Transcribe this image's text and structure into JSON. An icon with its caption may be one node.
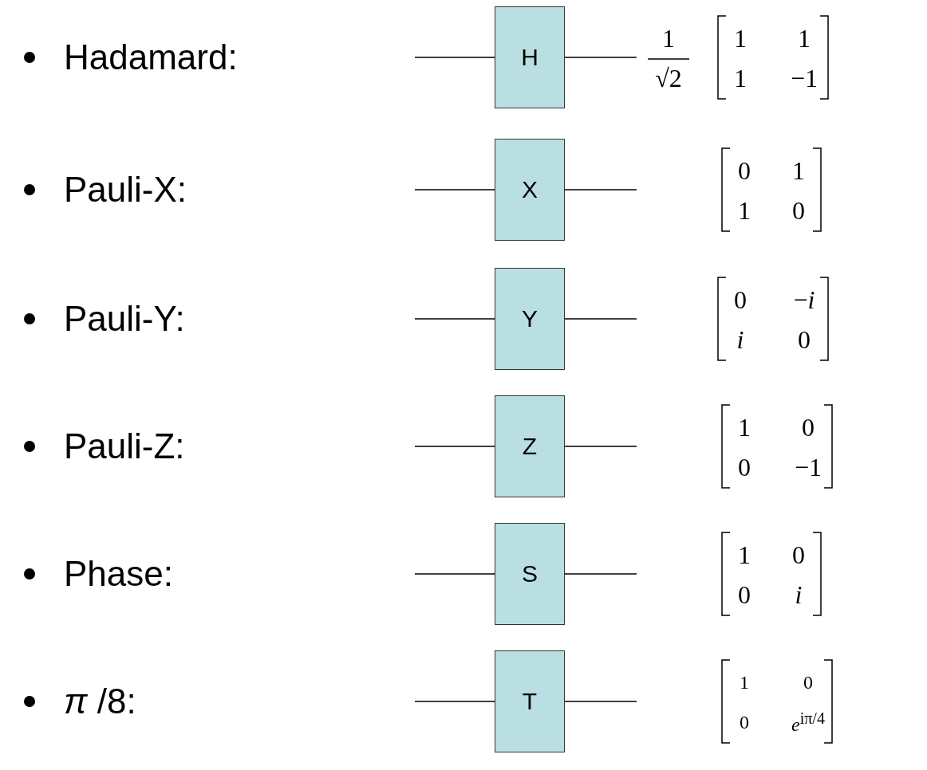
{
  "diagram": {
    "nodes": [
      {
        "text": [
          "H"
        ]
      },
      {
        "text": [
          "X"
        ]
      },
      {
        "text": [
          "Y"
        ]
      },
      {
        "text": [
          "Z"
        ]
      },
      {
        "text": [
          "S"
        ]
      },
      {
        "text": [
          "T"
        ]
      }
    ],
    "edges": [
      {
        "from": null,
        "to": 0,
        "arrow": "none"
      },
      {
        "from": 0,
        "to": null,
        "arrow": "none"
      },
      {
        "from": null,
        "to": 1,
        "arrow": "none"
      },
      {
        "from": 1,
        "to": null,
        "arrow": "none"
      },
      {
        "from": null,
        "to": 2,
        "arrow": "none"
      },
      {
        "from": 2,
        "to": null,
        "arrow": "none"
      },
      {
        "from": null,
        "to": 3,
        "arrow": "none"
      },
      {
        "from": 3,
        "to": null,
        "arrow": "none"
      },
      {
        "from": null,
        "to": 4,
        "arrow": "none"
      },
      {
        "from": 4,
        "to": null,
        "arrow": "none"
      },
      {
        "from": null,
        "to": 5,
        "arrow": "none"
      },
      {
        "from": 5,
        "to": null,
        "arrow": "none"
      }
    ],
    "labels": [
      "Hadamard:",
      "1",
      "√2",
      "1",
      "1",
      "1",
      "−1",
      "Pauli-X:",
      "0",
      "1",
      "1",
      "0",
      "Pauli-Y:",
      "0",
      "−*i*",
      "*i*",
      "0",
      "Pauli-Z:",
      "1",
      "0",
      "0",
      "−1",
      "Phase:",
      "1",
      "0",
      "0",
      "*i*",
      "*π* /8:",
      "1",
      "0",
      "0",
      "*e*$^{iπ/4}$"
    ]
  }
}
